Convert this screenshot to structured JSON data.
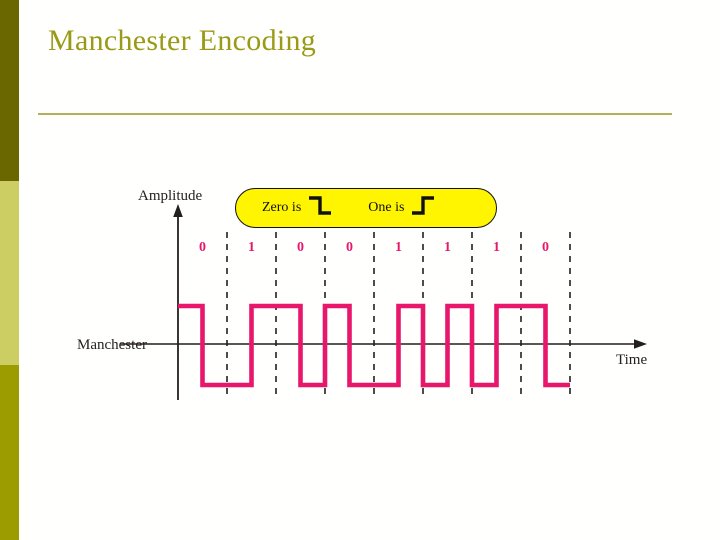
{
  "slide": {
    "title": "Manchester Encoding",
    "title_color": "#9a9a16",
    "background_color": "#fffffd",
    "rule_color": "#b3b05e"
  },
  "sidebar": {
    "bands": [
      {
        "name": "band-top",
        "color": "#6b6700"
      },
      {
        "name": "band-middle",
        "color": "#ccce63"
      },
      {
        "name": "band-bottom",
        "color": "#9c9c00"
      }
    ]
  },
  "callout": {
    "background_color": "#fff500",
    "border_color": "#111111",
    "items": [
      {
        "label": "Zero is",
        "glyph": "high-to-low-transition-icon"
      },
      {
        "label": "One is",
        "glyph": "low-to-high-transition-icon"
      }
    ]
  },
  "chart_data": {
    "type": "line",
    "title": "Manchester Encoding",
    "xlabel": "Time",
    "ylabel": "Amplitude",
    "series_label": "Manchester",
    "signal_color": "#e8176b",
    "bit_label_color": "#e8176b",
    "axis_color": "#231f20",
    "grid": "dashed vertical bit-cell boundaries",
    "legend_position": "top-center callout",
    "encoding_rule": {
      "0": "high-to-low transition at mid bit cell",
      "1": "low-to-high transition at mid bit cell"
    },
    "categories": [
      "0",
      "1",
      "0",
      "0",
      "1",
      "1",
      "1",
      "0"
    ],
    "bits": [
      0,
      1,
      0,
      0,
      1,
      1,
      1,
      0
    ],
    "values": [
      {
        "bit": "0",
        "first_half": 1,
        "second_half": -1
      },
      {
        "bit": "1",
        "first_half": -1,
        "second_half": 1
      },
      {
        "bit": "0",
        "first_half": 1,
        "second_half": -1
      },
      {
        "bit": "0",
        "first_half": 1,
        "second_half": -1
      },
      {
        "bit": "1",
        "first_half": -1,
        "second_half": 1
      },
      {
        "bit": "1",
        "first_half": -1,
        "second_half": 1
      },
      {
        "bit": "1",
        "first_half": -1,
        "second_half": 1
      },
      {
        "bit": "0",
        "first_half": 1,
        "second_half": -1
      }
    ],
    "ylim": [
      -1,
      1
    ],
    "ytick_labels": [],
    "xtick_labels": [
      "0",
      "1",
      "0",
      "0",
      "1",
      "1",
      "1",
      "0"
    ]
  },
  "axes": {
    "amplitude_label": "Amplitude",
    "time_label": "Time",
    "signal_name": "Manchester"
  }
}
